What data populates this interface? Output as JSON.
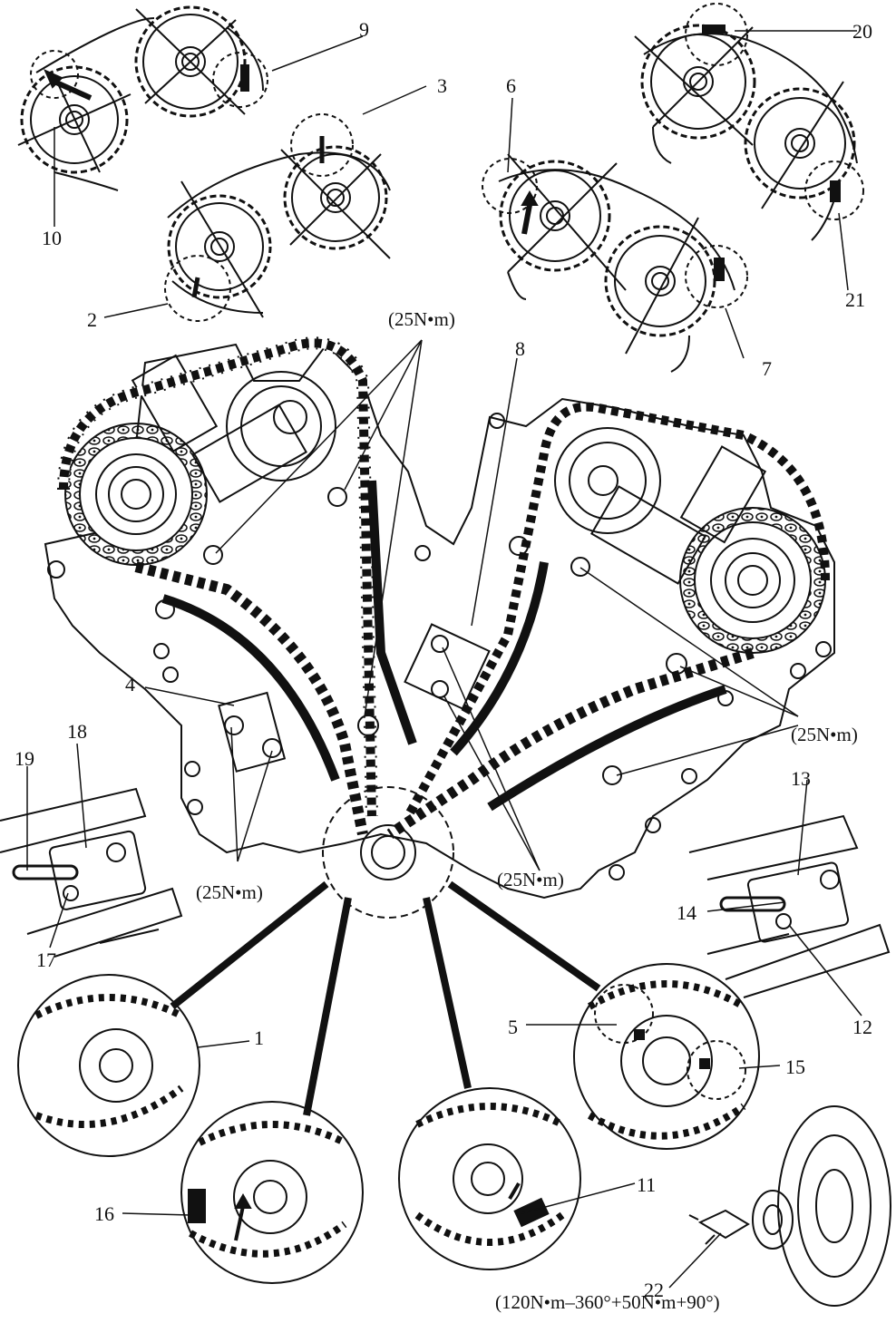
{
  "labels": {
    "n1": "1",
    "n2": "2",
    "n3": "3",
    "n4": "4",
    "n5": "5",
    "n6": "6",
    "n7": "7",
    "n8": "8",
    "n9": "9",
    "n10": "10",
    "n11": "11",
    "n12": "12",
    "n13": "13",
    "n14": "14",
    "n15": "15",
    "n16": "16",
    "n17": "17",
    "n18": "18",
    "n19": "19",
    "n20": "20",
    "n21": "21",
    "n22": "22"
  },
  "torque": {
    "top": "(25N•m)",
    "right": "(25N•m)",
    "center": "(25N•m)",
    "left": "(25N•m)",
    "bolt": "(120N•m–360°+50N•m+90°)"
  }
}
